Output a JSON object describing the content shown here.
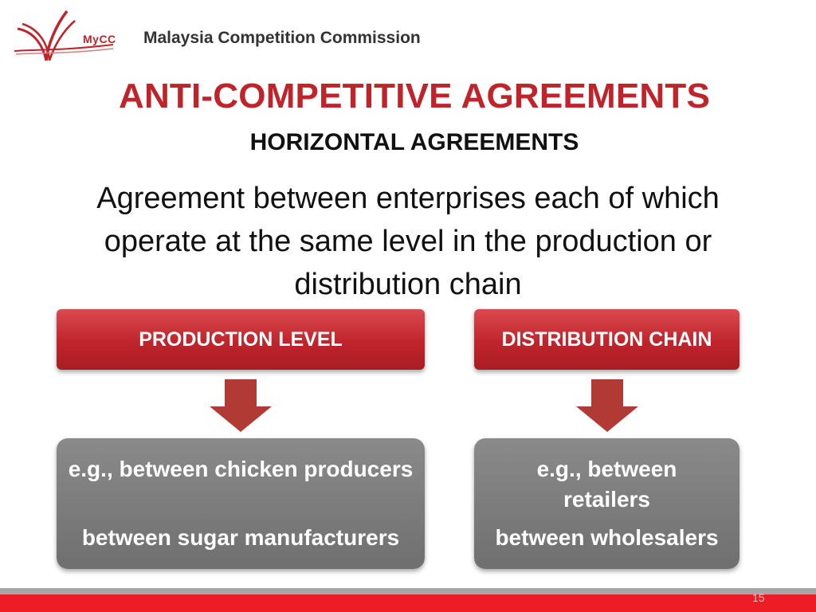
{
  "header": {
    "logo_text": "MyCC",
    "org_name": "Malaysia Competition Commission"
  },
  "title": "ANTI-COMPETITIVE AGREEMENTS",
  "subtitle": "HORIZONTAL AGREEMENTS",
  "definition": "Agreement between enterprises each of which operate at the same level in the production or distribution chain",
  "columns": [
    {
      "heading": "PRODUCTION LEVEL",
      "example_primary": "e.g., between chicken producers",
      "example_secondary": "between sugar manufacturers"
    },
    {
      "heading": "DISTRIBUTION CHAIN",
      "example_primary": "e.g., between retailers",
      "example_secondary": "between wholesalers"
    }
  ],
  "page_number": "15",
  "colors": {
    "accent_red": "#c0242b",
    "footer_red": "#ee1c25",
    "grey_box": "#7a7a7a",
    "arrow": "#b23a34"
  },
  "icons": [
    "mycc-logo-icon",
    "down-arrow-icon"
  ]
}
